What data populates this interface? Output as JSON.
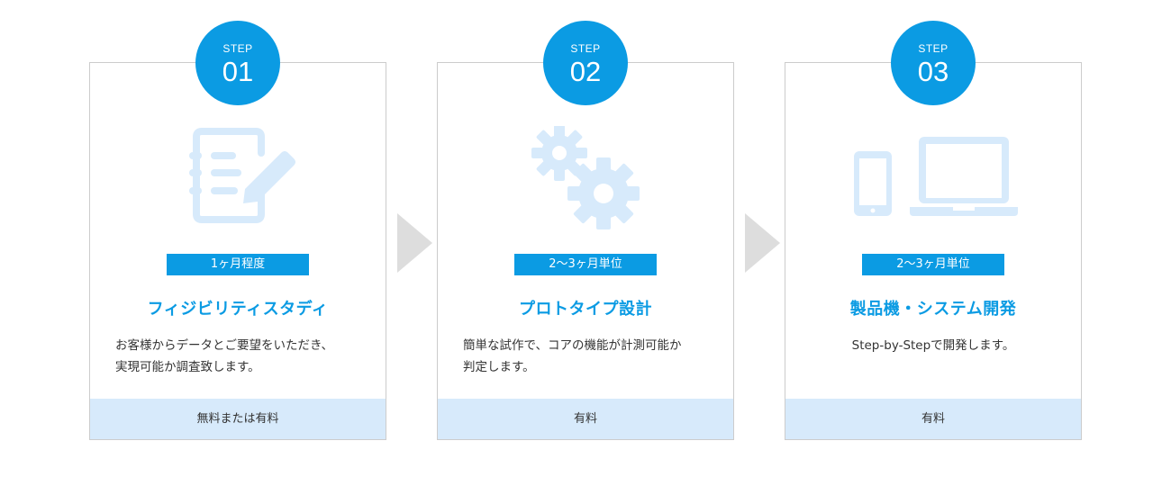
{
  "colors": {
    "accent": "#0b9be3",
    "icon_fill": "#d7eafb",
    "fee_bg": "#d7eafb",
    "border": "#cccccc",
    "arrow": "#dddddd"
  },
  "steps": [
    {
      "step_label": "STEP",
      "step_number": "01",
      "icon": "document-pencil-icon",
      "duration": "1ヶ月程度",
      "title": "フィジビリティスタディ",
      "description_lines": [
        "お客様からデータとご要望をいただき、",
        "実現可能か調査致します。"
      ],
      "fee": "無料または有料"
    },
    {
      "step_label": "STEP",
      "step_number": "02",
      "icon": "gears-icon",
      "duration": "2〜3ヶ月単位",
      "title": "プロトタイプ設計",
      "description_lines": [
        "簡単な試作で、コアの機能が計測可能か",
        "判定します。"
      ],
      "fee": "有料"
    },
    {
      "step_label": "STEP",
      "step_number": "03",
      "icon": "devices-icon",
      "duration": "2〜3ヶ月単位",
      "title": "製品機・システム開発",
      "description_lines": [
        "Step-by-Stepで開発します。"
      ],
      "fee": "有料"
    }
  ],
  "arrows": [
    "chevron-right-icon",
    "chevron-right-icon"
  ]
}
